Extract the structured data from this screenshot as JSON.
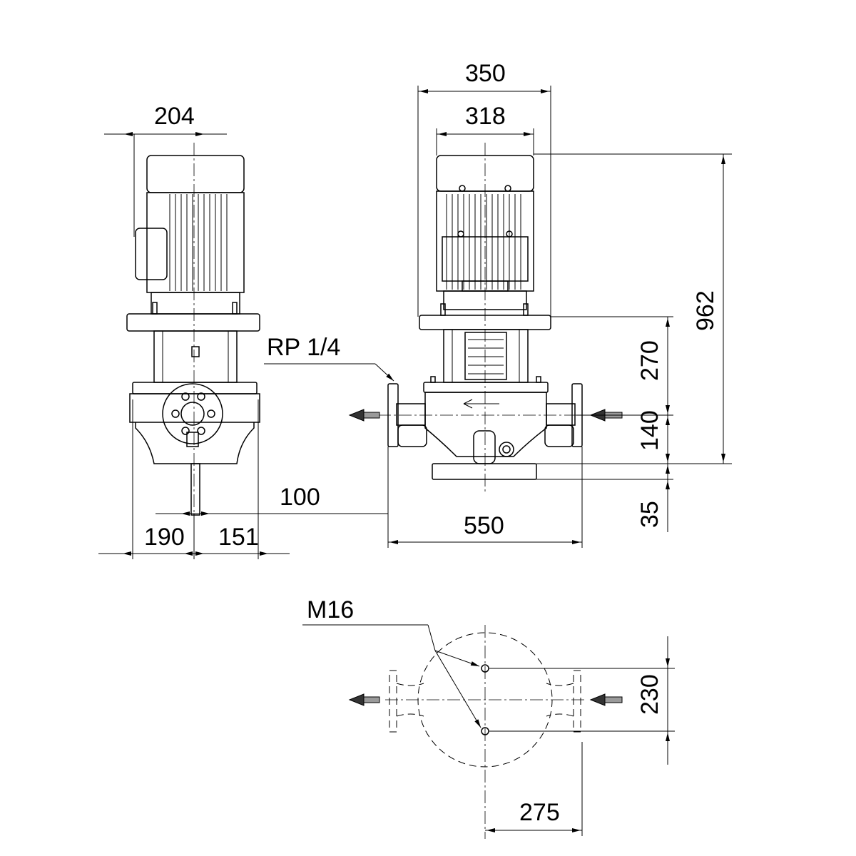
{
  "drawing": {
    "dimensions": {
      "side_motor_width": "204",
      "side_left_offset": "190",
      "side_right_offset": "151",
      "drain_offset": "100",
      "front_outer_width": "350",
      "front_motor_width": "318",
      "total_height": "962",
      "pump_height": "270",
      "port_height": "140",
      "base_height": "35",
      "port_to_port": "550",
      "bolt_spacing_y": "230",
      "bolt_spacing_x": "275"
    },
    "callouts": {
      "vent_plug": "RP 1/4",
      "bolt_thread": "M16"
    },
    "icons": {
      "outlet": "arrow-left-icon",
      "inlet": "arrow-left-icon"
    }
  }
}
